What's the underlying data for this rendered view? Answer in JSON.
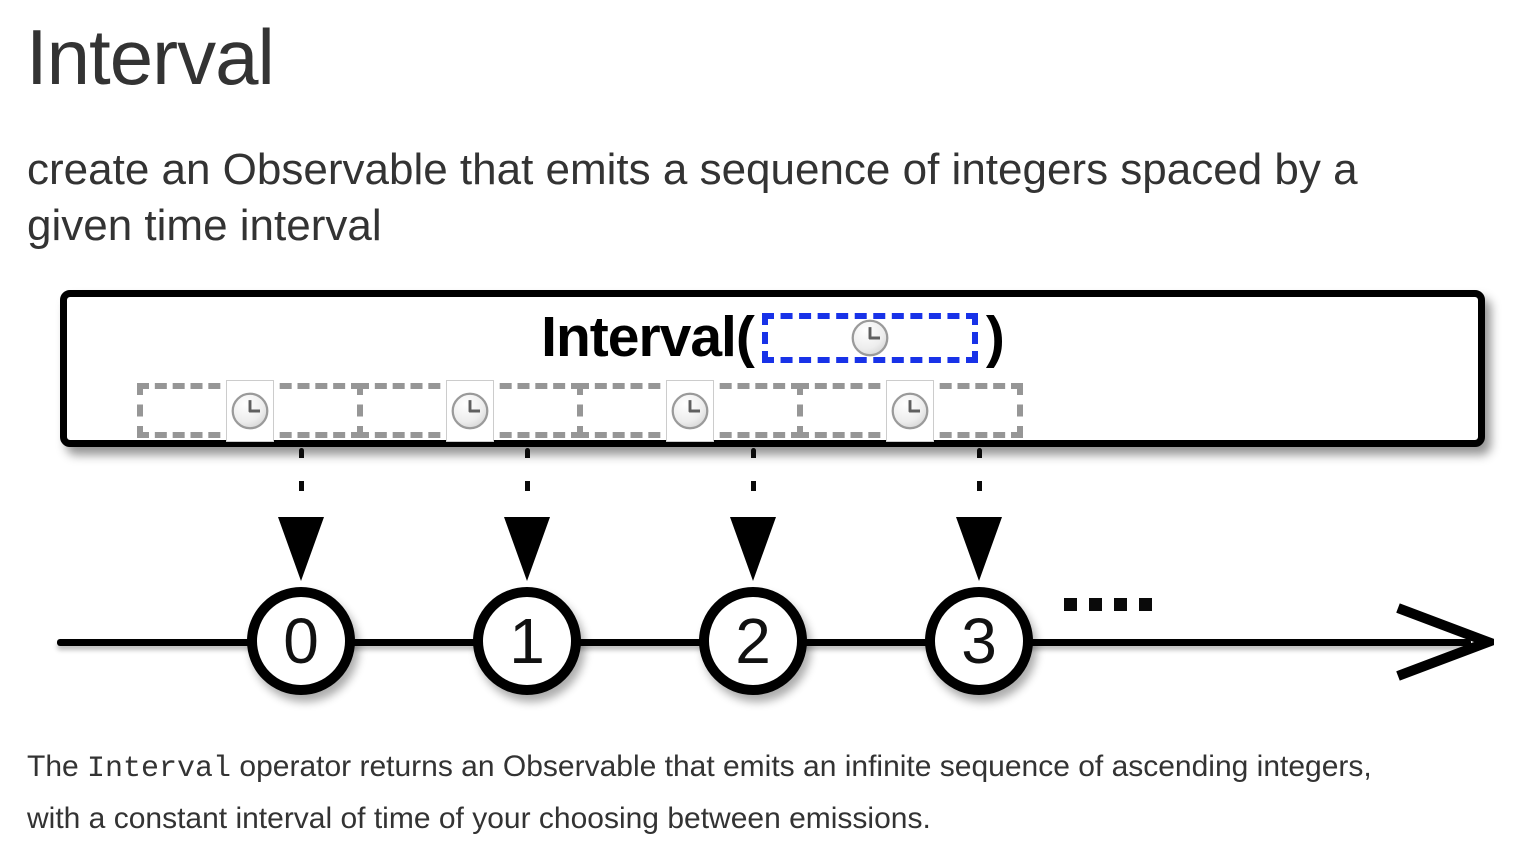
{
  "page": {
    "title": "Interval",
    "subtitle_line1": "create an Observable that emits a sequence of integers spaced by a",
    "subtitle_line2": "given time interval",
    "description": {
      "prefix": "The ",
      "code": "Interval",
      "line1_rest": " operator returns an Observable that emits an infinite sequence of ascending integers,",
      "line2": "with a constant interval of time of your choosing between emissions."
    }
  },
  "diagram": {
    "operator_signature": {
      "open": "Interval(",
      "close": ")",
      "argument_icon": "clock-icon"
    },
    "interval_track": {
      "segment_count": 4,
      "slot_icon": "clock-icon"
    },
    "emissions": [
      "0",
      "1",
      "2",
      "3"
    ],
    "continuation_marks": 4,
    "colors": {
      "argument_highlight_blue": "#1832E8",
      "track_dash_gray": "#969696",
      "diagram_black": "#000000",
      "text_gray": "#333333"
    }
  }
}
